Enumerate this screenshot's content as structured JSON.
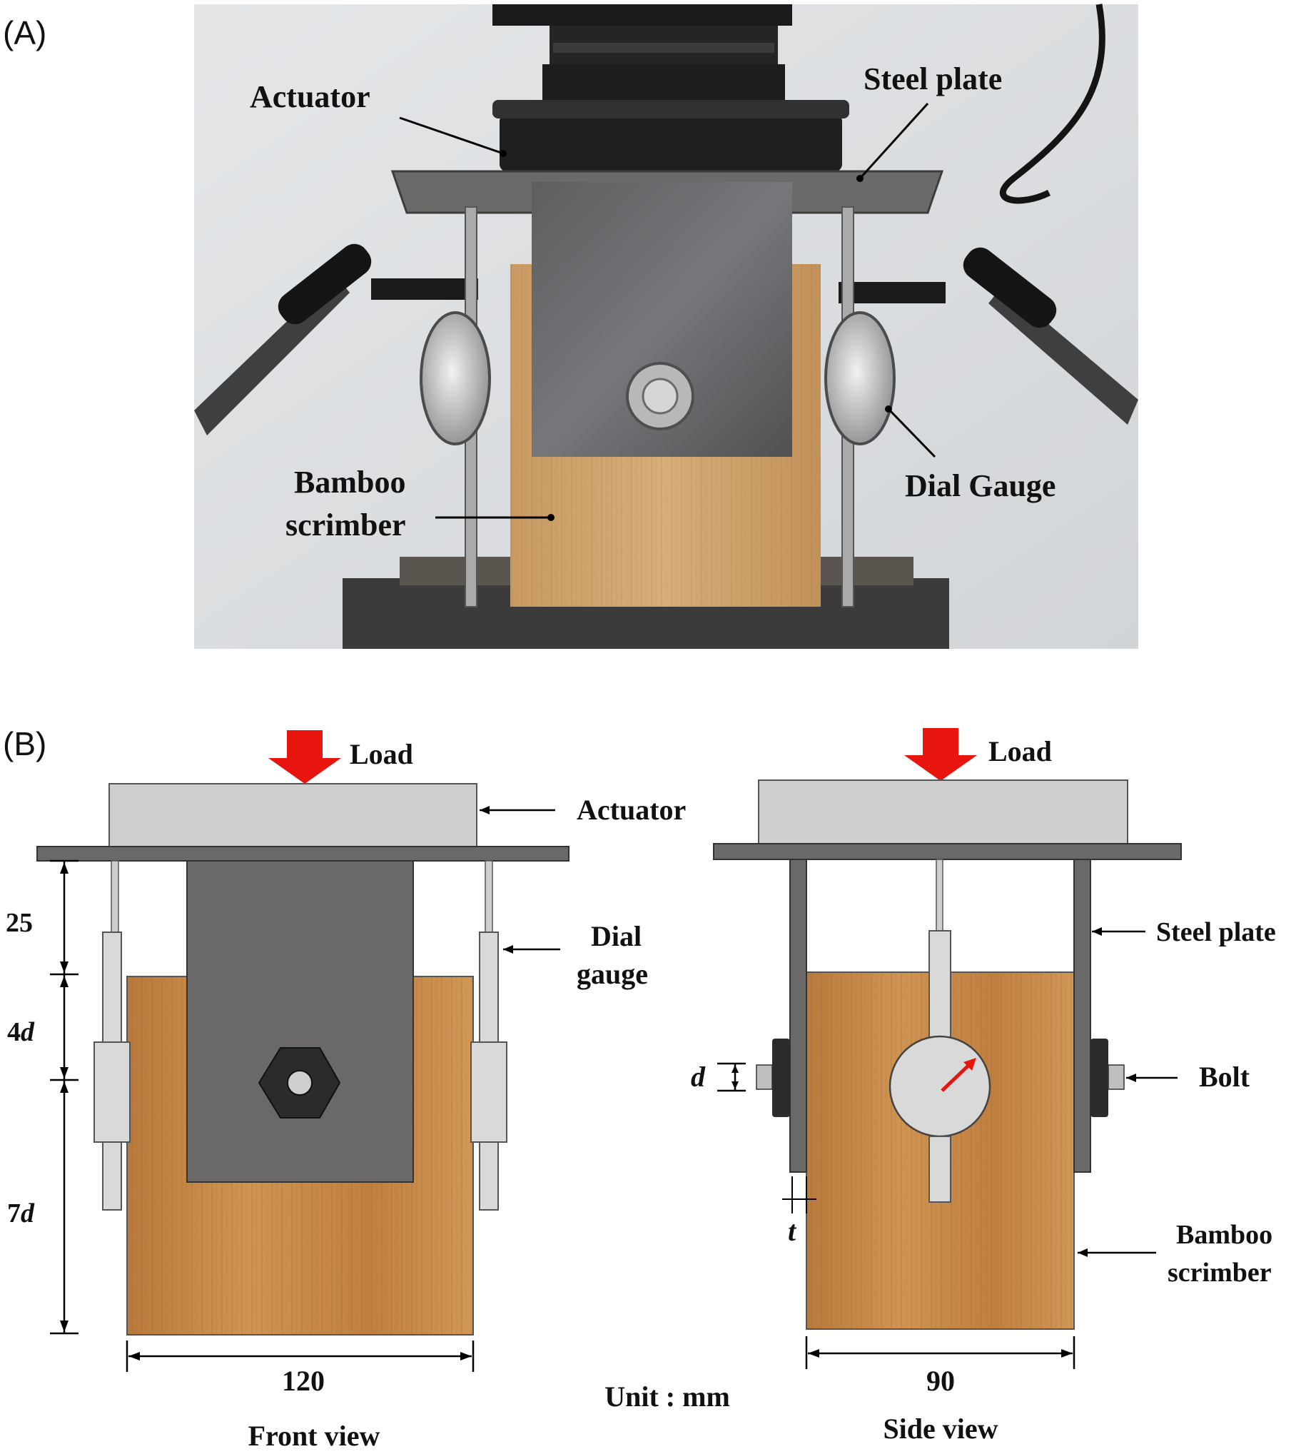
{
  "panel_a": {
    "panel_label": "(A)",
    "labels": {
      "actuator": "Actuator",
      "steel_plate": "Steel plate",
      "bamboo_line1": "Bamboo",
      "bamboo_line2": "scrimber",
      "dial_gauge": "Dial Gauge"
    }
  },
  "panel_b": {
    "panel_label": "(B)",
    "front": {
      "load": "Load",
      "actuator": "Actuator",
      "dial_line1": "Dial",
      "dial_line2": "gauge",
      "dim_25": "25",
      "dim_4d_num": "4",
      "dim_7d_num": "7",
      "dim_d": "d",
      "width": "120",
      "caption": "Front view"
    },
    "side": {
      "load": "Load",
      "steel_plate": "Steel plate",
      "bolt": "Bolt",
      "bamboo_line1": "Bamboo",
      "bamboo_line2": "scrimber",
      "dim_d": "d",
      "dim_t": "t",
      "width": "90",
      "caption": "Side view"
    },
    "unit": "Unit : mm"
  },
  "colors": {
    "load_arrow": "#e8150f",
    "actuator": "#cfcfcf",
    "plate": "#6a6869",
    "bamboo": "#c88a48",
    "dial": "#d9d9d9"
  }
}
